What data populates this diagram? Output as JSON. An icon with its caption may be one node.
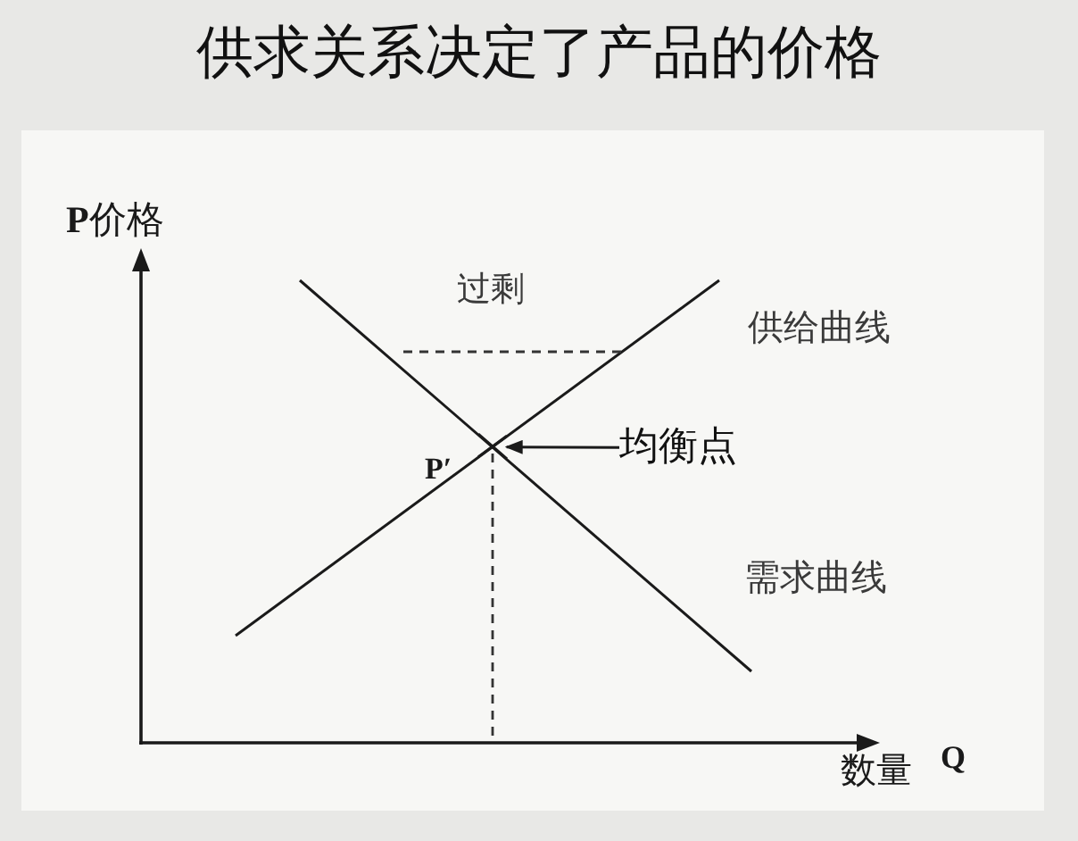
{
  "diagram": {
    "title": "供求关系决定了产品的价格",
    "nodes": [
      {
        "text": [],
        "shape": "point"
      },
      {
        "text": [
          "均衡点"
        ]
      }
    ],
    "edges": [
      {
        "from": 1,
        "to": 0,
        "arrow": "to"
      }
    ],
    "labels": [
      "**P**价格",
      "过剩",
      "供给曲线",
      "P′",
      "需求曲线",
      "数量",
      "Q"
    ]
  }
}
